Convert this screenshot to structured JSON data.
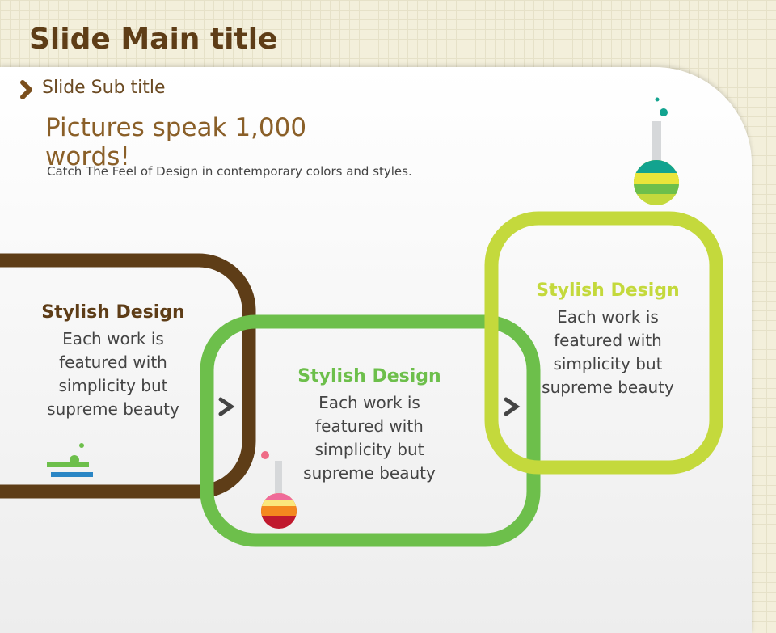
{
  "title": "Slide Main title",
  "subtitle": "Slide Sub title",
  "headline": "Pictures speak 1,000 words!",
  "caption": "Catch The Feel of Design in contemporary colors and styles.",
  "colors": {
    "brown": "#5e3d17",
    "green": "#6dbf4b",
    "lime": "#c4d93c"
  },
  "cards": [
    {
      "heading": "Stylish Design",
      "body": "Each work is featured with simplicity but supreme beauty"
    },
    {
      "heading": "Stylish Design",
      "body": "Each work is featured with simplicity but supreme beauty"
    },
    {
      "heading": "Stylish Design",
      "body": "Each work is featured with simplicity but supreme beauty"
    }
  ]
}
